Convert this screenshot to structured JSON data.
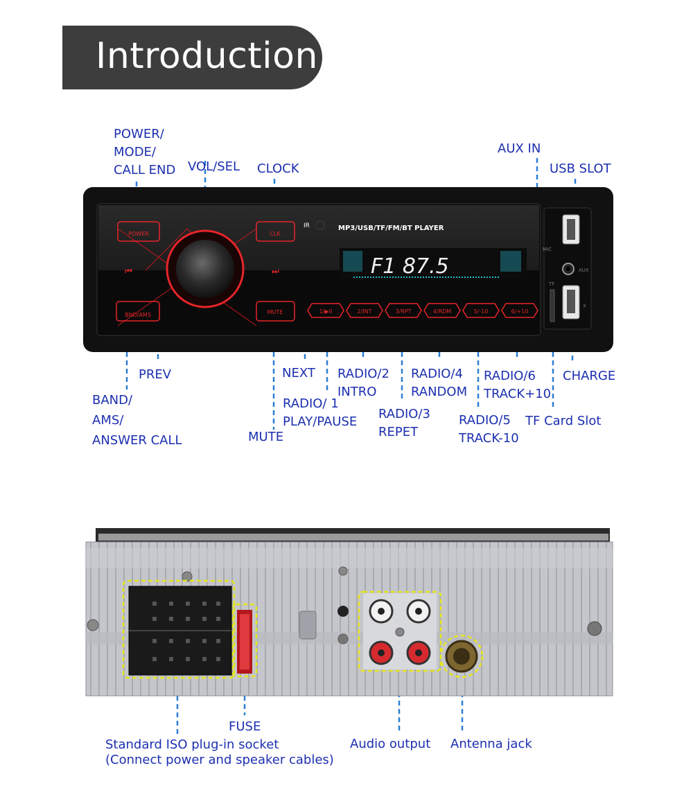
{
  "title": "Introduction",
  "front_panel": {
    "ir_label": "IR",
    "player_label": "MP3/USB/TF/FM/BT  PLAYER",
    "display_text": "F1  87.5",
    "buttons": {
      "power": "POWER",
      "clock": "CLK",
      "band": "BND/AMS",
      "mute": "MUTE",
      "preset_1": "1/▶II",
      "preset_2": "2/INT",
      "preset_3": "3/RPT",
      "preset_4": "4/RDM",
      "preset_5": "5/-10",
      "preset_6": "6/+10"
    },
    "side_labels": {
      "mic": "MIC",
      "aux": "AUX",
      "tf": "TF"
    }
  },
  "front_labels": {
    "power": [
      "POWER/",
      "MODE/",
      "CALL END"
    ],
    "vol": [
      "VOL/SEL"
    ],
    "clock": [
      "CLOCK"
    ],
    "aux_in": [
      "AUX IN"
    ],
    "usb_slot": [
      "USB SLOT"
    ],
    "prev": [
      "PREV"
    ],
    "band": [
      "BAND/",
      "AMS/",
      "ANSWER CALL"
    ],
    "next": [
      "NEXT"
    ],
    "mute": [
      "MUTE"
    ],
    "radio1": [
      "RADIO/ 1",
      "PLAY/PAUSE"
    ],
    "radio2": [
      "RADIO/2",
      "INTRO"
    ],
    "radio3": [
      "RADIO/3",
      "REPET"
    ],
    "radio4": [
      "RADIO/4",
      "RANDOM"
    ],
    "radio5": [
      "RADIO/5",
      "TRACK-10"
    ],
    "radio6": [
      "RADIO/6",
      "TRACK+10"
    ],
    "charge": [
      "CHARGE"
    ],
    "tf_card": [
      "TF Card Slot"
    ]
  },
  "rear_labels": {
    "iso": [
      "Standard ISO plug-in socket",
      "(Connect power and speaker cables)"
    ],
    "fuse": [
      "FUSE"
    ],
    "audio": [
      "Audio output"
    ],
    "antenna": [
      "Antenna jack"
    ]
  },
  "colors": {
    "label_blue": "#1c2fb0",
    "callout_blue": "#2a7fd4",
    "button_red": "#e8252a",
    "banner_gray": "#3d3d3d",
    "highlight_yellow": "#e6e61a"
  }
}
